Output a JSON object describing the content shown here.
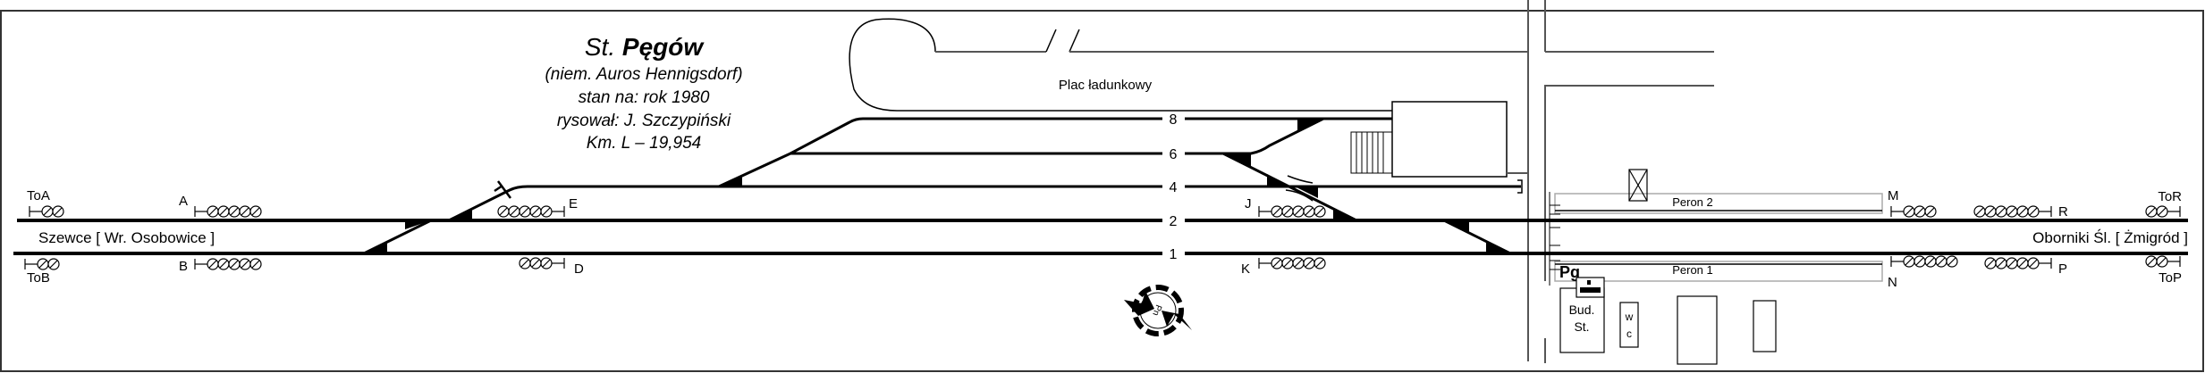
{
  "header": {
    "title_prefix": "St.",
    "title_name": "Pęgów",
    "lines": [
      "(niem. Auros Hennigsdorf)",
      "stan na: rok 1980",
      "rysował: J. Szczypiński",
      "Km. L – 19,954"
    ]
  },
  "directions": {
    "left": "Szewce [ Wr. Osobowice ]",
    "right": "Oborniki Śl. [ Żmigród ]"
  },
  "tracks": {
    "t1": "1",
    "t2": "2",
    "t4": "4",
    "t6": "6",
    "t8": "8"
  },
  "areas": {
    "loading_yard": "Plac ładunkowy",
    "peron1": "Peron 1",
    "peron2": "Peron 2",
    "signal_box": "Pg",
    "station_building": [
      "Bud.",
      "St."
    ],
    "wc": [
      "w",
      "c"
    ],
    "compass": "Pn"
  },
  "signals": [
    {
      "id": "ToA",
      "lamps": 2
    },
    {
      "id": "ToB",
      "lamps": 2
    },
    {
      "id": "A",
      "lamps": 5
    },
    {
      "id": "B",
      "lamps": 5
    },
    {
      "id": "E",
      "lamps": 5
    },
    {
      "id": "D",
      "lamps": 3
    },
    {
      "id": "J",
      "lamps": 5
    },
    {
      "id": "K",
      "lamps": 5
    },
    {
      "id": "M",
      "lamps": 3
    },
    {
      "id": "N",
      "lamps": 5
    },
    {
      "id": "R",
      "lamps": 6
    },
    {
      "id": "P",
      "lamps": 5
    },
    {
      "id": "ToR",
      "lamps": 2
    },
    {
      "id": "ToP",
      "lamps": 2
    }
  ]
}
